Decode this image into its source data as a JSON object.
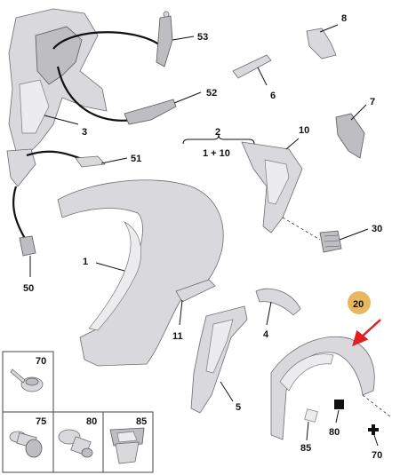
{
  "callouts": {
    "c1": "1",
    "c2_top": "2",
    "c2_bottom": "1 + 10",
    "c3": "3",
    "c4": "4",
    "c5": "5",
    "c6": "6",
    "c7": "7",
    "c8": "8",
    "c10": "10",
    "c11": "11",
    "c20": "20",
    "c30": "30",
    "c50": "50",
    "c51": "51",
    "c52": "52",
    "c53": "53",
    "c70": "70",
    "c80": "80",
    "c85": "85",
    "c70b": "70"
  },
  "legend": {
    "box70": "70",
    "box75": "75",
    "box80": "80",
    "box85": "85"
  },
  "colors": {
    "highlight_circle": "#e8b860",
    "highlight_arrow": "#e02020",
    "part_fill": "#d9d9dd"
  }
}
